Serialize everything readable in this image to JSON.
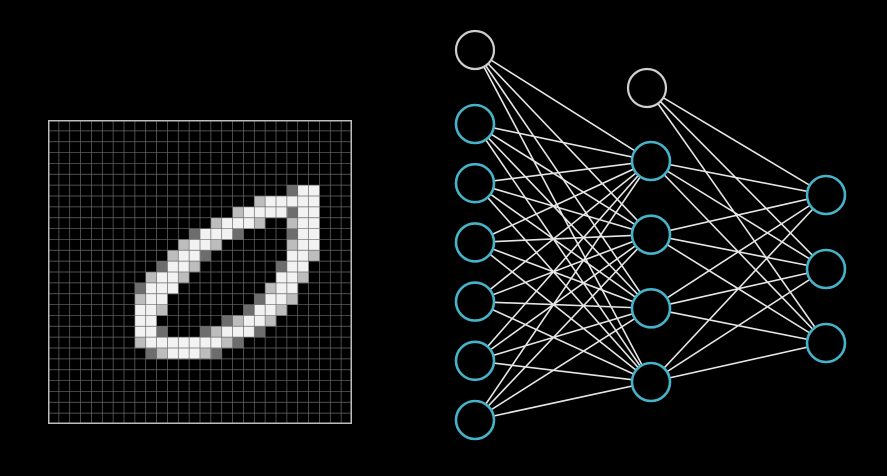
{
  "colors": {
    "background": "#000000",
    "grid_line": "#6a6a6a",
    "grid_border": "#bdbdbd",
    "pixel": "#f2f2f2",
    "edge": "#e6e6e6",
    "neuron_stroke": "#46b3c9",
    "bias_stroke": "#cfcfcf",
    "neuron_fill": "#000000"
  },
  "digit": {
    "description_label": "handwritten-digit-zero",
    "grid_size": 28,
    "rows": [
      "............................",
      "............................",
      "............................",
      "............................",
      "............................",
      "............................",
      "......................:##...",
      "...................+#####...",
      ".................+####:##...",
      "...............+###+..+##...",
      ".............:###:....:##...",
      "............+##+......+##...",
      "...........+##:.......##+...",
      "..........:##+.......:##....",
      ".........+##+........##+....",
      "........:###........+##.....",
      "........+##........:##+.....",
      "........##+.......:##+......",
      "........##......:+##+.......",
      "........##:...:+###:........",
      "........+#######+:..........",
      ".........:+###+:............",
      "............................",
      "............................",
      "............................",
      "............................",
      "............................",
      "............................"
    ]
  },
  "network": {
    "layers": [
      {
        "name": "input",
        "neurons": 6,
        "bias": true
      },
      {
        "name": "hidden",
        "neurons": 4,
        "bias": true
      },
      {
        "name": "output",
        "neurons": 3,
        "bias": false
      }
    ],
    "icons": {
      "neuron": "circle-node-icon",
      "bias": "bias-node-icon"
    }
  }
}
